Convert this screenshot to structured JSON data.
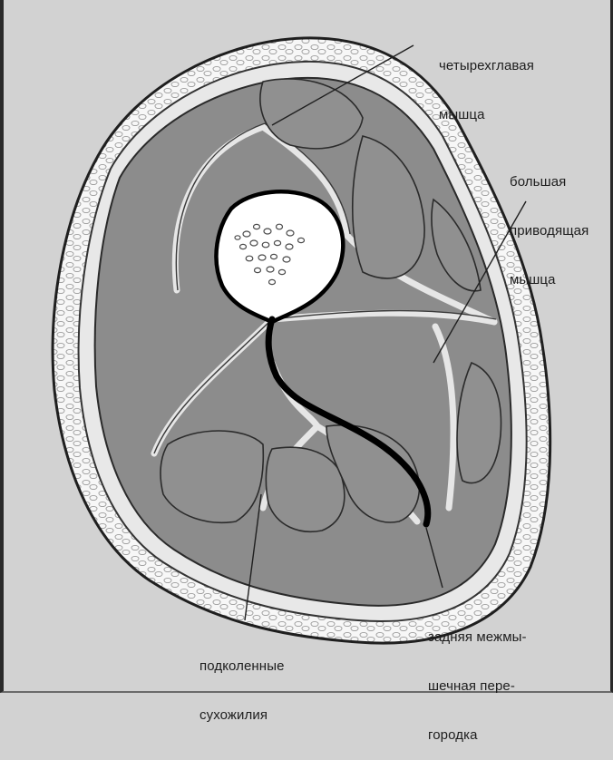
{
  "labels": {
    "quadriceps": {
      "lines": [
        "четырехглавая",
        "мышца"
      ]
    },
    "adductor_magnus": {
      "lines": [
        "большая",
        "приводящая",
        "мышца"
      ]
    },
    "posterior_septum": {
      "lines": [
        "задняя межмы-",
        "шечная пере-",
        "городка"
      ]
    },
    "hamstrings": {
      "lines": [
        "подколенные",
        "сухожилия"
      ]
    }
  },
  "colors": {
    "background": "#d2d2d2",
    "muscle": "#8a8a8a",
    "fat": "#f5f5f5",
    "outline": "#222222",
    "septum": "#000000"
  }
}
